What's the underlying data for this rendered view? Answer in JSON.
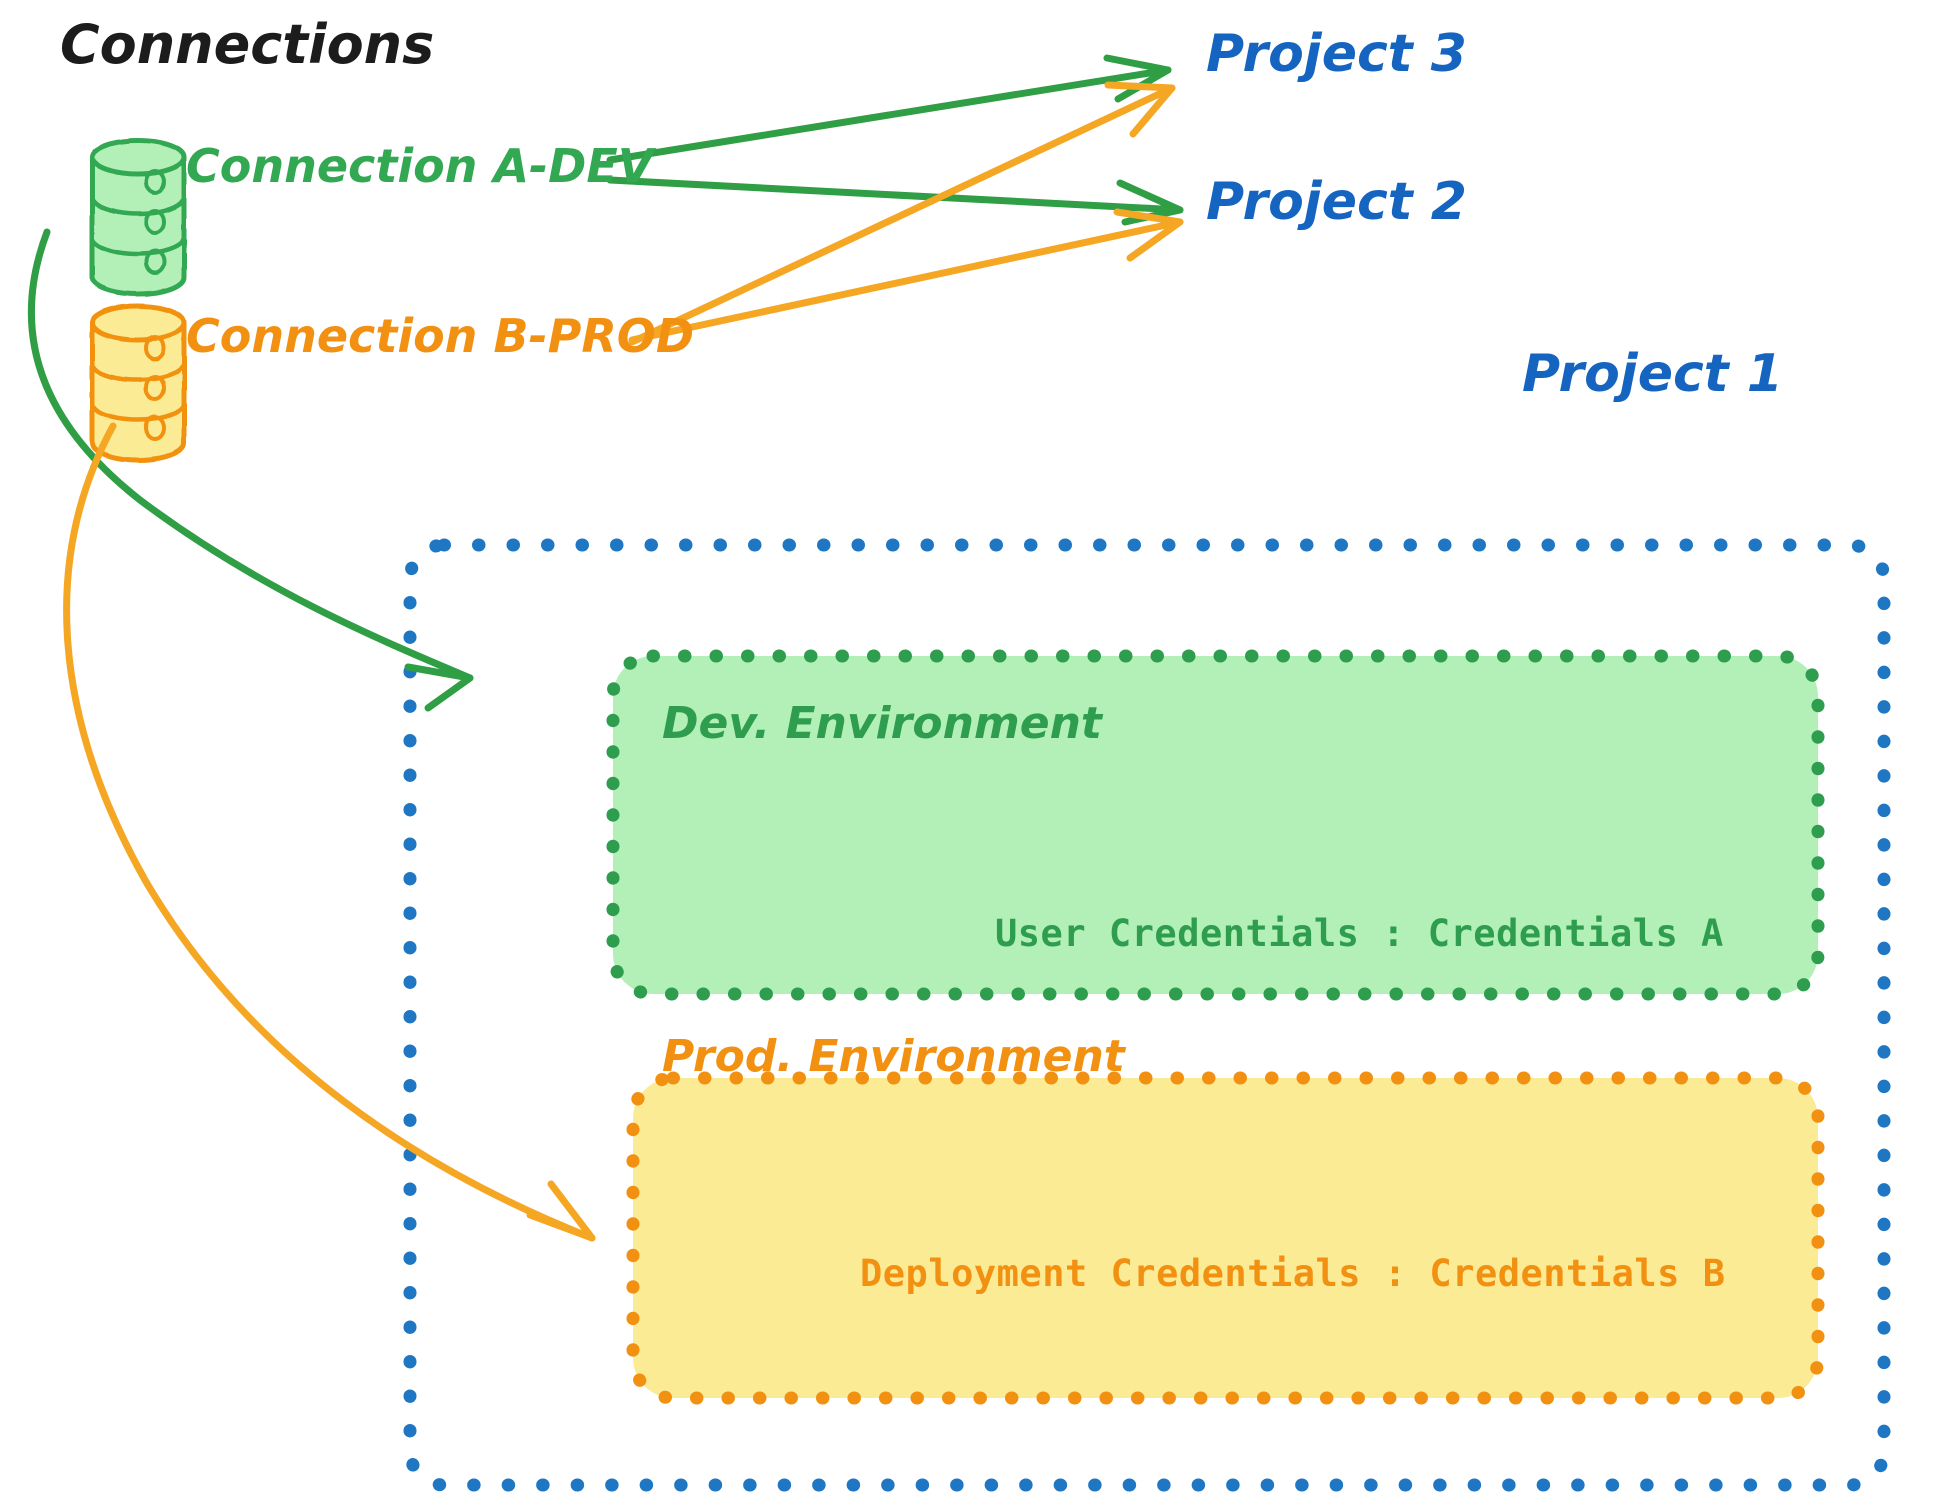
{
  "diagram": {
    "title": "Connections",
    "connections": [
      {
        "id": "connection-a-dev",
        "label": "Connection A-DEV",
        "color": "#32a852",
        "icon": "database-icon",
        "targets": [
          "Project 3",
          "Project 2",
          "Dev. Environment"
        ]
      },
      {
        "id": "connection-b-prod",
        "label": "Connection B-PROD",
        "color": "#f29111",
        "icon": "database-icon",
        "targets": [
          "Project 3",
          "Project 2",
          "Prod. Environment"
        ]
      }
    ],
    "projects": [
      {
        "id": "project-3",
        "label": "Project 3",
        "color": "#1565c0"
      },
      {
        "id": "project-2",
        "label": "Project 2",
        "color": "#1565c0"
      },
      {
        "id": "project-1",
        "label": "Project 1",
        "color": "#1565c0"
      }
    ],
    "project_1_container": {
      "label": "Project 1",
      "border_color": "#1f77c4",
      "border_style": "dotted",
      "environments": [
        {
          "id": "dev-environment",
          "label": "Dev. Environment",
          "credentials_label": "User Credentials : Credentials A",
          "fill": "#b2f0b8",
          "border_color": "#2e9e4e",
          "text_color": "#2e9e4e"
        },
        {
          "id": "prod-environment",
          "label": "Prod. Environment",
          "credentials_label": "Deployment Credentials : Credentials B",
          "fill": "#fceb95",
          "border_color": "#f29111",
          "text_color": "#f29111"
        }
      ]
    },
    "colors": {
      "green_stroke": "#32a852",
      "green_dark": "#2e9e4e",
      "green_fill": "#b2f0b8",
      "orange_stroke": "#f29111",
      "orange_fill": "#fceb95",
      "blue": "#1565c0",
      "blue_dotted": "#1f77c4",
      "title_black": "#1c1c1c",
      "background": "#ffffff"
    }
  }
}
